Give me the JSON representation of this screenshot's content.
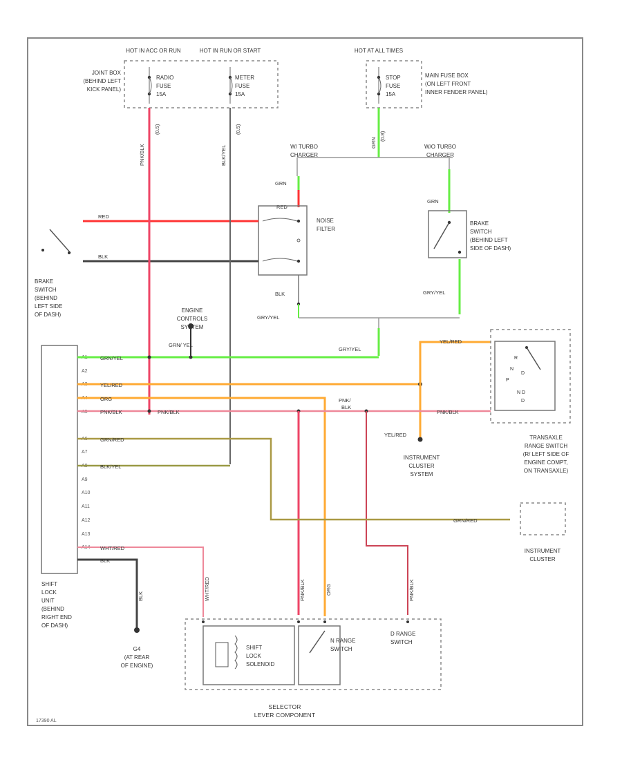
{
  "colors": {
    "red": "#ff3333",
    "black": "#444444",
    "green": "#66ee44",
    "orange": "#ffaa33",
    "pink": "#ee8899",
    "olive": "#999944",
    "gray": "#999999",
    "frame": "#777777"
  },
  "fuse_boxes": {
    "hot_acc": "HOT IN ACC OR RUN",
    "hot_run": "HOT IN RUN OR START",
    "joint_box": [
      "JOINT BOX",
      "(BEHIND LEFT",
      "KICK PANEL)"
    ],
    "radio_fuse": [
      "RADIO",
      "FUSE",
      "15A"
    ],
    "meter_fuse": [
      "METER",
      "FUSE",
      "15A"
    ],
    "hot_at_all": "HOT AT ALL TIMES",
    "stop_fuse": [
      "STOP",
      "FUSE",
      "15A"
    ],
    "main_fuse_box": [
      "MAIN FUSE BOX",
      "(ON LEFT FRONT",
      "INNER FENDER PANEL)"
    ]
  },
  "components": {
    "w_turbo": [
      "W/ TURBO",
      "CHARGER"
    ],
    "wo_turbo": [
      "W/O TURBO",
      "CHARGER"
    ],
    "noise_filter": [
      "NOISE",
      "FILTER"
    ],
    "brake_switch_right": [
      "BRAKE",
      "SWITCH",
      "(BEHIND LEFT",
      "SIDE OF DASH)"
    ],
    "brake_switch_left": [
      "BRAKE",
      "SWITCH",
      "(BEHIND",
      "LEFT SIDE",
      "OF DASH)"
    ],
    "engine_controls": [
      "ENGINE",
      "CONTROLS",
      "SYSTEM"
    ],
    "instrument_cluster_system": [
      "INSTRUMENT",
      "CLUSTER",
      "SYSTEM"
    ],
    "transaxle_switch": [
      "TRANSAXLE",
      "RANGE SWITCH",
      "(R/ LEFT SIDE OF",
      "ENGINE COMPT,",
      "ON TRANSAXLE)"
    ],
    "instrument_cluster": [
      "INSTRUMENT",
      "CLUSTER"
    ],
    "shift_lock_unit": [
      "SHIFT",
      "LOCK",
      "UNIT",
      "(BEHIND",
      "RIGHT END",
      "OF DASH)"
    ],
    "ground": [
      "G4",
      "(AT REAR",
      "OF ENGINE)"
    ],
    "shift_lock_solenoid": [
      "SHIFT",
      "LOCK",
      "SOLENOID"
    ],
    "n_range_switch": [
      "N RANGE",
      "SWITCH"
    ],
    "d_range_switch": [
      "D RANGE",
      "SWITCH"
    ],
    "selector": [
      "SELECTOR",
      "LEVER COMPONENT"
    ],
    "trans_switch_positions": [
      "R",
      "N",
      "D",
      "P",
      "N D",
      "D"
    ]
  },
  "wires": {
    "red": "RED",
    "blk": "BLK",
    "pnk_blk": "PNK/BLK",
    "blk_yel": "BLK/YEL",
    "grn_yel": "GRN/YEL",
    "grn": "GRN",
    "grn_yel_short": "GRN/ YEL",
    "gry_yel": "GRY/YEL",
    "yel_red": "YEL/RED",
    "org": "ORG",
    "grn_red": "GRN/RED",
    "wht_red": "WHT/RED",
    "pnk_blk_split": "PNK/ BLK",
    "label_05": "(0.5)",
    "label_08": "(0.8)"
  },
  "pins": [
    "A1",
    "A2",
    "A3",
    "A4",
    "A5",
    "A6",
    "A7",
    "A8",
    "A9",
    "A10",
    "A11",
    "A12",
    "A13",
    "A14"
  ],
  "figure_id": "17390 AL"
}
